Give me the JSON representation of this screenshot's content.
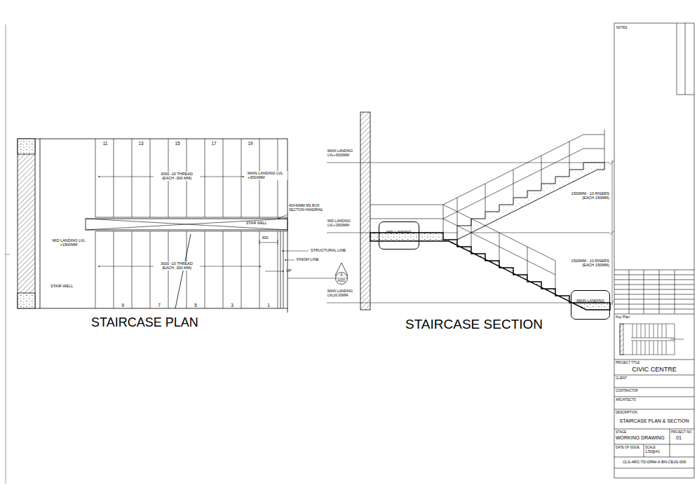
{
  "diagram": {
    "nodes": [
      {
        "text": [
          "A",
          "A101"
        ]
      },
      {
        "text": [
          "MID LANDING"
        ]
      },
      {
        "text": [
          "MAIN LANDING"
        ]
      }
    ],
    "labels": [
      "11",
      "13",
      "15",
      "17",
      "19",
      "MAIN LANDING LVL +3000MM",
      "3000 -10 THREAD (EACH -300 MM)",
      "40X40MM MS BOX SECTION HANDRAIL",
      "STAIR WELL",
      "MID LANDING LVL +1500MM",
      "300",
      "STRUCTURAL LINE",
      "3000 -10 THREAD (EACH -300 MM)",
      "FINISH LINE",
      "UP",
      "STAIR WELL",
      "9",
      "7",
      "5",
      "3",
      "1",
      "STAIRCASE PLAN",
      "MAIN LANDING LVL+3000MM",
      "1500MM - 10 RISERS (EACH 150MM)",
      "MID LANDING LVL+1500MM",
      "1500MM - 10 RISERS (EACH 150MM)",
      "MAIN LANDING LVL±0.00MM",
      "STAIRCASE SECTION",
      "NOTES",
      "Key Plan",
      "PROJECT TITLE",
      "CIVIC CENTRE",
      "CLIENT",
      "CONTRACTOR",
      "ARCHITECTS",
      "DESCRIPTION",
      "STAIRCASE PLAN & SECTION",
      "STAGE",
      "WORKING DRAWING",
      "PROJECT NO",
      "01",
      "DATE OF ISSUE",
      "SCALE",
      "1:50@A1",
      "CLS-ARC-TD-DRW-A-BN-CE(4)-009"
    ]
  }
}
